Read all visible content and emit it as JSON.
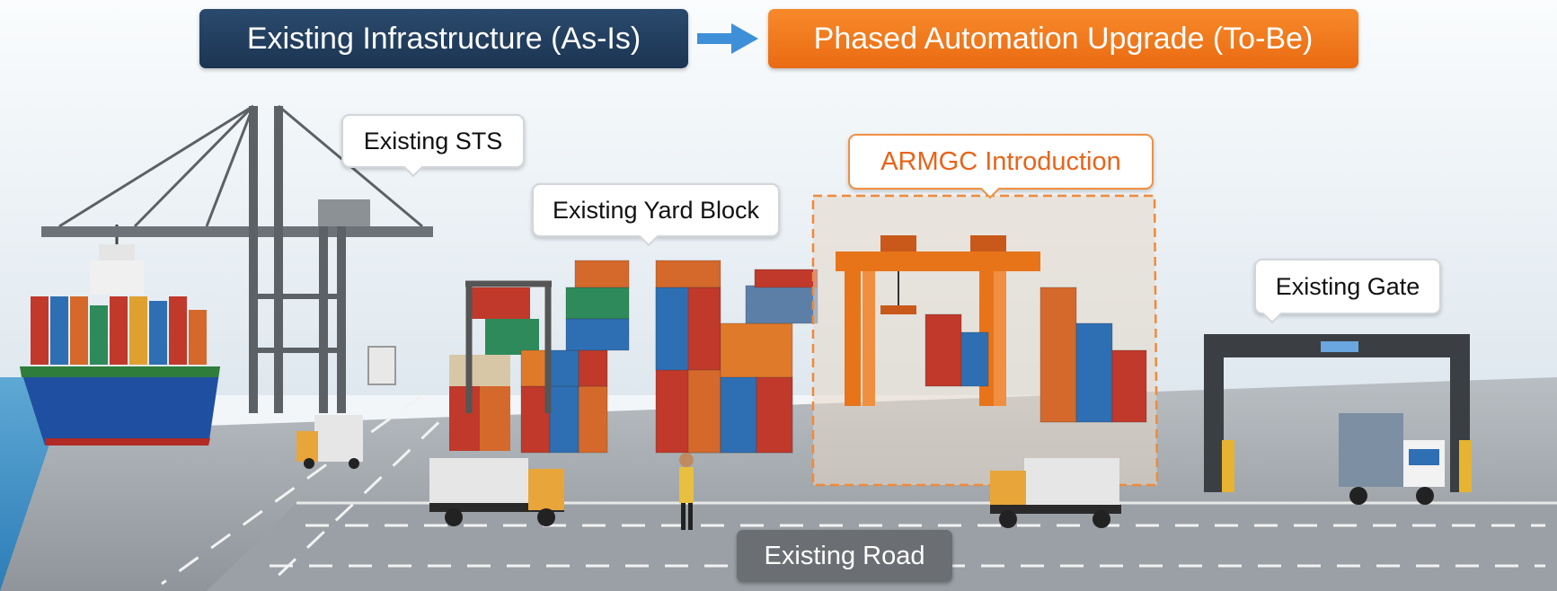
{
  "header": {
    "asis_label": "Existing Infrastructure (As-Is)",
    "tobe_label": "Phased Automation Upgrade (To-Be)"
  },
  "callouts": {
    "sts": "Existing STS",
    "yard": "Existing Yard Block",
    "armgc": "ARMGC Introduction",
    "gate": "Existing Gate",
    "road": "Existing Road"
  },
  "colors": {
    "asis": "#1f3a5c",
    "tobe": "#ef7316",
    "arrow": "#3f8fd8",
    "road": "#6b6f73",
    "armgc_crane": "#e8741a"
  },
  "icons": [
    "arrow-right-icon",
    "sts-crane-icon",
    "container-ship-icon",
    "yard-block-icon",
    "armgc-crane-icon",
    "gate-icon",
    "truck-icon"
  ]
}
